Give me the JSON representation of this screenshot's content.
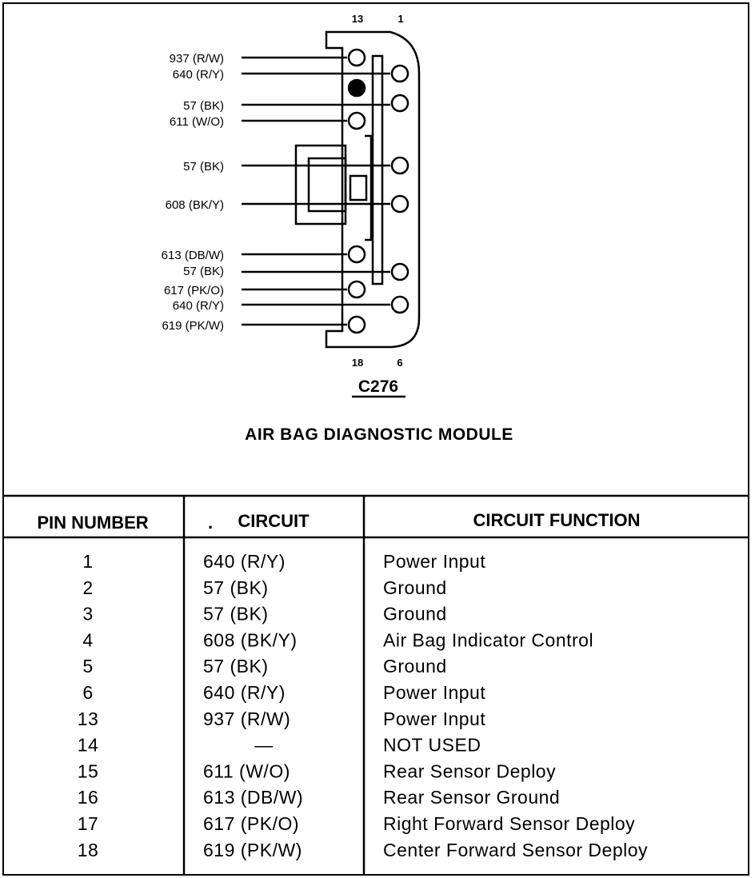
{
  "connector": {
    "name": "C276",
    "top_pin_labels": [
      "13",
      "1"
    ],
    "bottom_pin_labels": [
      "18",
      "6"
    ]
  },
  "wire_labels": [
    "937 (R/W)",
    "640 (R/Y)",
    "57 (BK)",
    "611 (W/O)",
    "57 (BK)",
    "608 (BK/Y)",
    "613 (DB/W)",
    "57 (BK)",
    "617 (PK/O)",
    "640 (R/Y)",
    "619 (PK/W)"
  ],
  "module_title": "AIR BAG DIAGNOSTIC MODULE",
  "table": {
    "headers": [
      "PIN NUMBER",
      "CIRCUIT",
      "CIRCUIT FUNCTION"
    ],
    "header_mark": ".",
    "rows": [
      {
        "pin": "1",
        "circuit": "640 (R/Y)",
        "function": "Power Input"
      },
      {
        "pin": "2",
        "circuit": "57 (BK)",
        "function": "Ground"
      },
      {
        "pin": "3",
        "circuit": "57 (BK)",
        "function": "Ground"
      },
      {
        "pin": "4",
        "circuit": "608 (BK/Y)",
        "function": "Air Bag Indicator Control"
      },
      {
        "pin": "5",
        "circuit": "57 (BK)",
        "function": "Ground"
      },
      {
        "pin": "6",
        "circuit": "640 (R/Y)",
        "function": "Power Input"
      },
      {
        "pin": "13",
        "circuit": "937 (R/W)",
        "function": "Power Input"
      },
      {
        "pin": "14",
        "circuit": "—",
        "function": "NOT USED"
      },
      {
        "pin": "15",
        "circuit": "611 (W/O)",
        "function": "Rear Sensor Deploy"
      },
      {
        "pin": "16",
        "circuit": "613 (DB/W)",
        "function": "Rear Sensor Ground"
      },
      {
        "pin": "17",
        "circuit": "617 (PK/O)",
        "function": "Right Forward Sensor Deploy"
      },
      {
        "pin": "18",
        "circuit": "619 (PK/W)",
        "function": "Center Forward Sensor Deploy"
      }
    ]
  }
}
